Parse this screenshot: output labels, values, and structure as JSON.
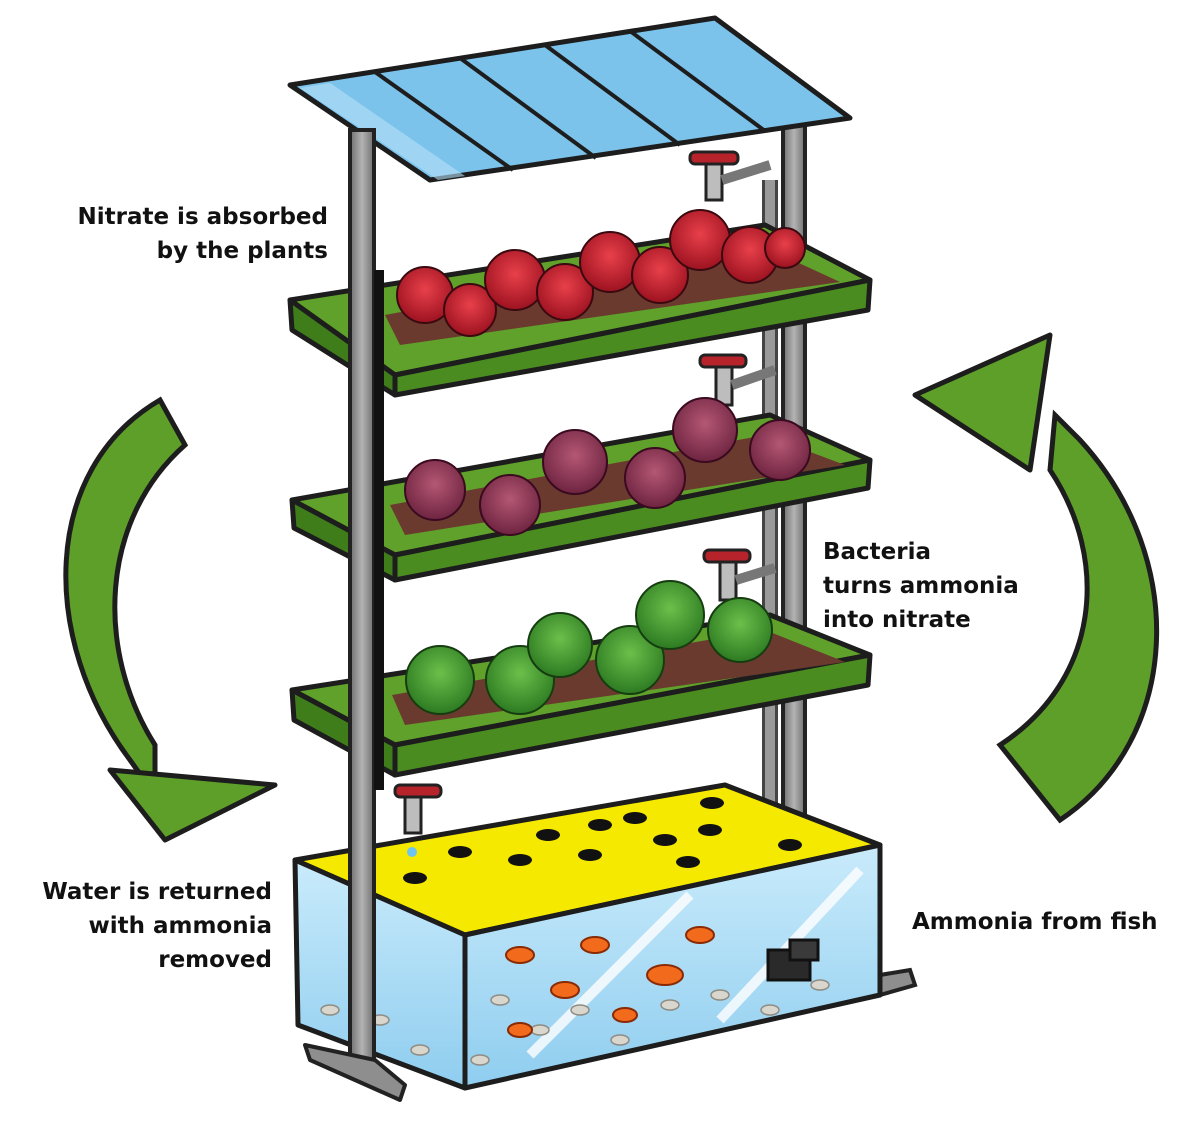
{
  "labels": {
    "nitrate": [
      "Nitrate is absorbed",
      "by the plants"
    ],
    "bacteria": [
      "Bacteria",
      "turns ammonia",
      "into nitrate"
    ],
    "water": [
      "Water is returned",
      "with ammonia",
      "removed"
    ],
    "ammonia": [
      "Ammonia from fish"
    ]
  },
  "colors": {
    "tray_green": "#5fa12a",
    "arrow_green": "#5e9f2a",
    "soil": "#6b3a2e",
    "tank_water": "#a9d8f2",
    "tank_lid": "#f6e900",
    "roof_blue": "#7cc3ec",
    "pole_gray": "#8e8e8e",
    "fish_orange": "#f26a1b",
    "tap_red": "#b7232a"
  }
}
